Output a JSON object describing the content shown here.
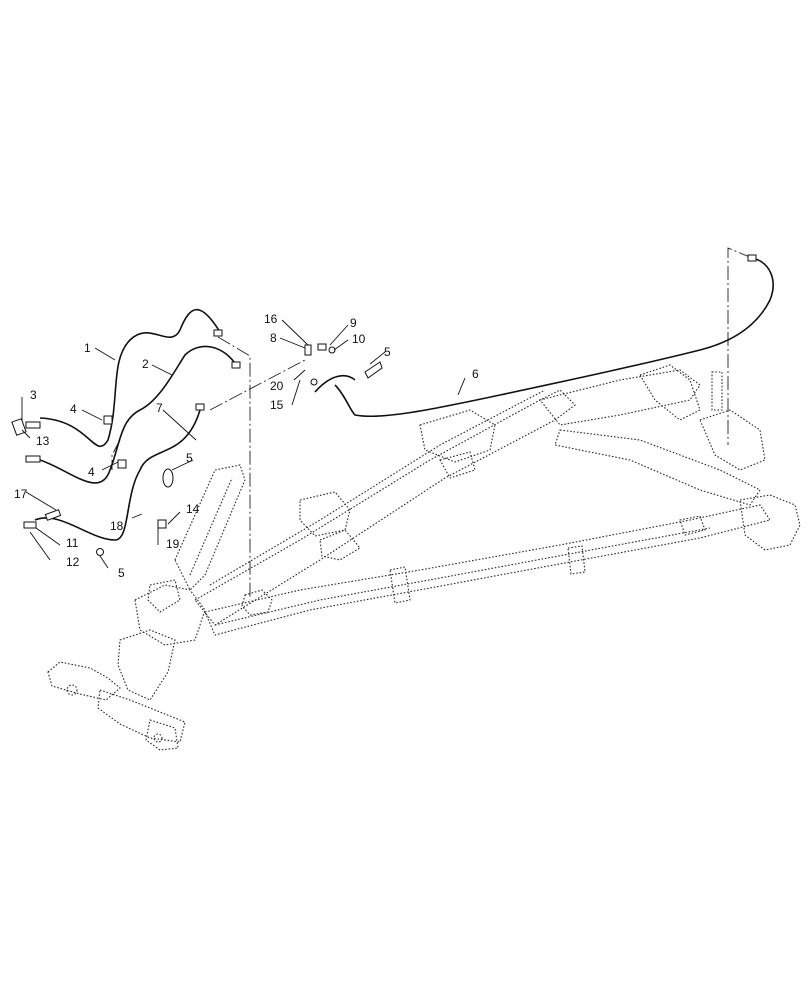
{
  "diagram": {
    "callouts": [
      {
        "id": "c1",
        "label": "1"
      },
      {
        "id": "c2",
        "label": "2"
      },
      {
        "id": "c3",
        "label": "3"
      },
      {
        "id": "c4a",
        "label": "4"
      },
      {
        "id": "c4b",
        "label": "4"
      },
      {
        "id": "c5a",
        "label": "5"
      },
      {
        "id": "c5b",
        "label": "5"
      },
      {
        "id": "c5c",
        "label": "5"
      },
      {
        "id": "c6",
        "label": "6"
      },
      {
        "id": "c7",
        "label": "7"
      },
      {
        "id": "c8",
        "label": "8"
      },
      {
        "id": "c9",
        "label": "9"
      },
      {
        "id": "c10",
        "label": "10"
      },
      {
        "id": "c11",
        "label": "11"
      },
      {
        "id": "c12",
        "label": "12"
      },
      {
        "id": "c13",
        "label": "13"
      },
      {
        "id": "c14",
        "label": "14"
      },
      {
        "id": "c15",
        "label": "15"
      },
      {
        "id": "c16",
        "label": "16"
      },
      {
        "id": "c17",
        "label": "17"
      },
      {
        "id": "c18",
        "label": "18"
      },
      {
        "id": "c19",
        "label": "19"
      },
      {
        "id": "c20",
        "label": "20"
      }
    ]
  }
}
